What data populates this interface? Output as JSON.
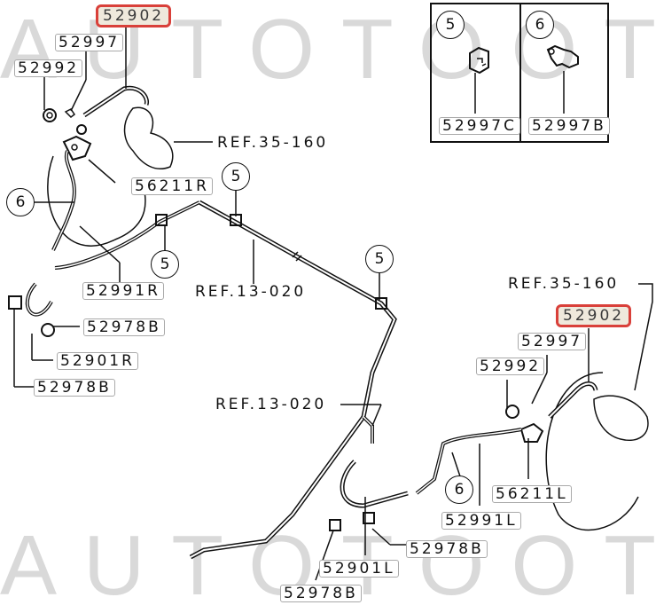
{
  "watermark": {
    "top": "AUTOTOOT",
    "bottom": "AUTOTOOT"
  },
  "colors": {
    "highlight_border": "#d9403a",
    "highlight_fill": "#efe9dc",
    "line": "#111111",
    "watermark": "#d9d9d9"
  },
  "inset": {
    "panels": [
      {
        "callout": "5",
        "part": "52997C"
      },
      {
        "callout": "6",
        "part": "52997B"
      }
    ]
  },
  "right_side": {
    "hose": "52902",
    "clip": "52997",
    "grommet": "52992",
    "bracket": "56211R",
    "tube": "52991R",
    "hose_front": "52901R",
    "bolt_upper": "52978B",
    "bolt_lower": "52978B",
    "ref_caliper": "REF.35-160",
    "callout_6": "6"
  },
  "center": {
    "ref_line_top": "REF.13-020",
    "ref_line_mid": "REF.13-020",
    "callouts": [
      "5",
      "5",
      "5"
    ]
  },
  "left_side": {
    "hose": "52902",
    "clip": "52997",
    "grommet": "52992",
    "bracket": "56211L",
    "tube": "52991L",
    "hose_front": "52901L",
    "bolt_right": "52978B",
    "bolt_lower": "52978B",
    "ref_caliper": "REF.35-160",
    "callout_6": "6"
  }
}
